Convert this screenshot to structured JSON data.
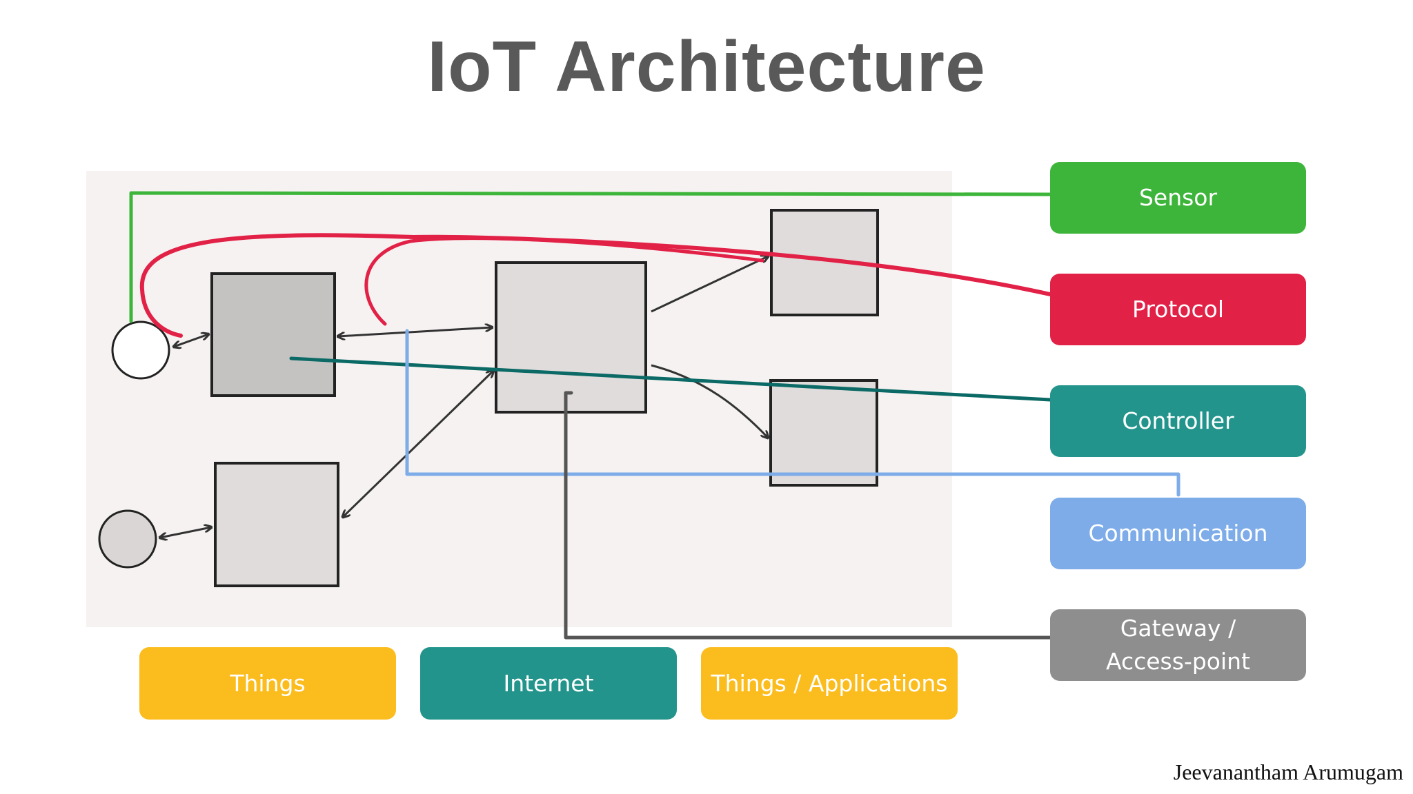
{
  "title": "IoT Architecture",
  "layers": [
    {
      "label": "Things",
      "color": "#fbbc1e"
    },
    {
      "label": "Internet",
      "color": "#23948c"
    },
    {
      "label": "Things / Applications",
      "color": "#fbbc1e"
    }
  ],
  "components": [
    {
      "label": "Sensor",
      "color": "#3db53a"
    },
    {
      "label": "Protocol",
      "color": "#e22147"
    },
    {
      "label": "Controller",
      "color": "#23948c"
    },
    {
      "label": "Communication",
      "color": "#7dace9"
    },
    {
      "label": "Gateway /\nAccess-point",
      "color": "#8e8e8e"
    }
  ],
  "author": "Jeevanantham Arumugam"
}
